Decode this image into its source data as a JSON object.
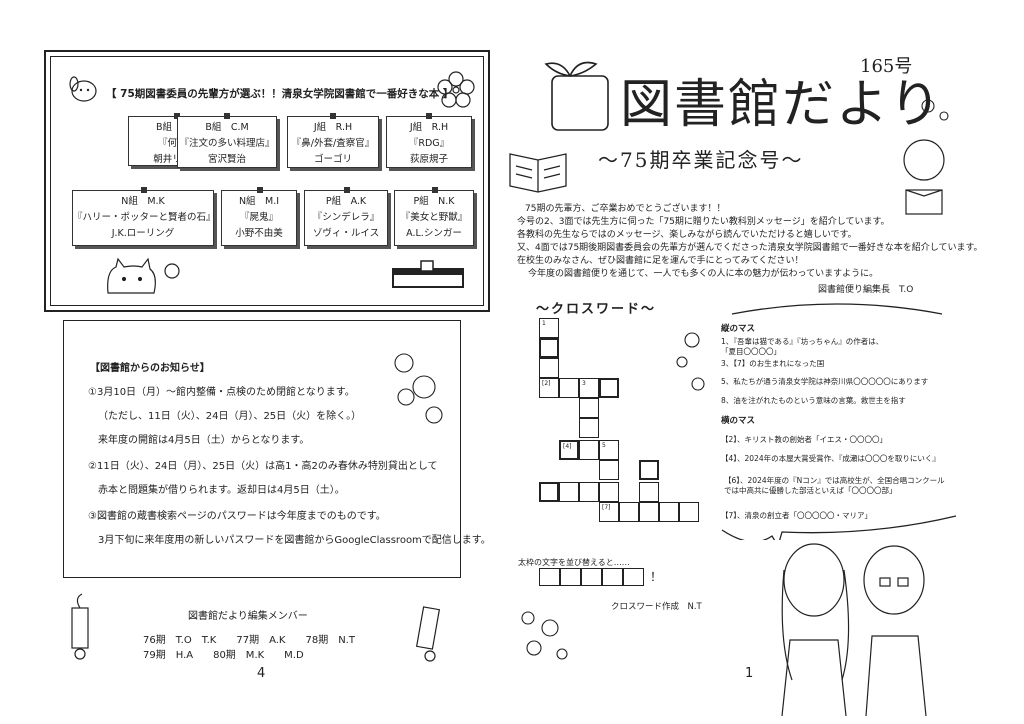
{
  "favorites": {
    "heading": "【 75期図書委員の先輩方が選ぶ！！清泉女学院図書館で一番好きな本 】",
    "cards": [
      {
        "student": "B組　A.N",
        "title": "『何者』",
        "author": "朝井リョウ"
      },
      {
        "student": "B組　C.M",
        "title": "『注文の多い料理店』",
        "author": "宮沢賢治"
      },
      {
        "student": "J組　R.H",
        "title": "『鼻/外套/査察官』",
        "author": "ゴーゴリ"
      },
      {
        "student": "J組　R.H",
        "title": "『RDG』",
        "author": "荻原規子"
      },
      {
        "student": "N組　M.K",
        "title": "『ハリー・ポッターと賢者の石』",
        "author": "J.K.ローリング"
      },
      {
        "student": "N組　M.I",
        "title": "『屍鬼』",
        "author": "小野不由美"
      },
      {
        "student": "P組　A.K",
        "title": "『シンデレラ』",
        "author": "ゾヴィ・ルイス"
      },
      {
        "student": "P組　N.K",
        "title": "『美女と野獣』",
        "author": "A.L.シンガー"
      }
    ]
  },
  "notice": {
    "heading": "【図書館からのお知らせ】",
    "lines": [
      "①3月10日（月）～館内整備・点検のため閉館となります。",
      "（ただし、11日（火）、24日（月）、25日（火）を除く。）",
      "来年度の開館は4月5日（土）からとなります。",
      "②11日（火）、24日（月）、25日（火）は高1・高2のみ春休み特別貸出として",
      "赤本と問題集が借りられます。返却日は4月5日（土）。",
      "③図書館の蔵書検索ページのパスワードは今年度までのものです。",
      "3月下旬に来年度用の新しいパスワードを図書館からGoogleClassroomで配信します。"
    ]
  },
  "members": {
    "heading": "図書館だより編集メンバー",
    "row1": "76期　T.O　T.K　　77期　A.K　　78期　N.T",
    "row2": "79期　H.A　　80期　M.K　　M.D"
  },
  "page_left": "4",
  "page_right": "1",
  "masthead": {
    "title": "図書館だより",
    "issue": "165号",
    "subtitle": "～75期卒業記念号～"
  },
  "intro": {
    "lines": [
      "75期の先輩方、ご卒業おめでとうございます！！",
      "今号の2、3面では先生方に伺った「75期に贈りたい教科別メッセージ」を紹介しています。",
      "各教科の先生ならではのメッセージ、楽しみながら読んでいただけると嬉しいです。",
      "又、4面では75期後期図書委員会の先輩方が選んでくださった清泉女学院図書館で一番好きな本を紹介しています。",
      "在校生のみなさん、ぜひ図書館に足を運んで手にとってみてください！",
      "今年度の図書館便りを通じて、一人でも多くの人に本の魅力が伝わっていますように。"
    ],
    "signature": "図書館便り編集長　T.O"
  },
  "crossword": {
    "title": "～クロスワード～",
    "down_heading": "縦のマス",
    "down_clues": [
      "1、『吾輩は猫である』『坊っちゃん』の作者は、",
      "「夏目〇〇〇〇」",
      "3、【7】のお生まれになった国",
      "5、私たちが通う清泉女学院は神奈川県〇〇〇〇〇にあります",
      "8、油を注がれたものという意味の言葉。救世主を指す"
    ],
    "across_heading": "横のマス",
    "across_clues": [
      "【2】、キリスト教の創始者「イエス・〇〇〇〇」",
      "【4】、2024年の本屋大賞受賞作、『成瀬は〇〇〇を取りにいく』",
      "【6】、2024年度の『Nコン』では高校生が、全国合唱コンクール",
      "では中高共に優勝した部活といえば「〇〇〇〇部」",
      "【7】、清泉の創立者「〇〇〇〇〇・マリア」"
    ],
    "answer_prompt": "太枠の文字を並び替えると……",
    "answer_bang": "！",
    "credit": "クロスワード作成　N.T"
  }
}
